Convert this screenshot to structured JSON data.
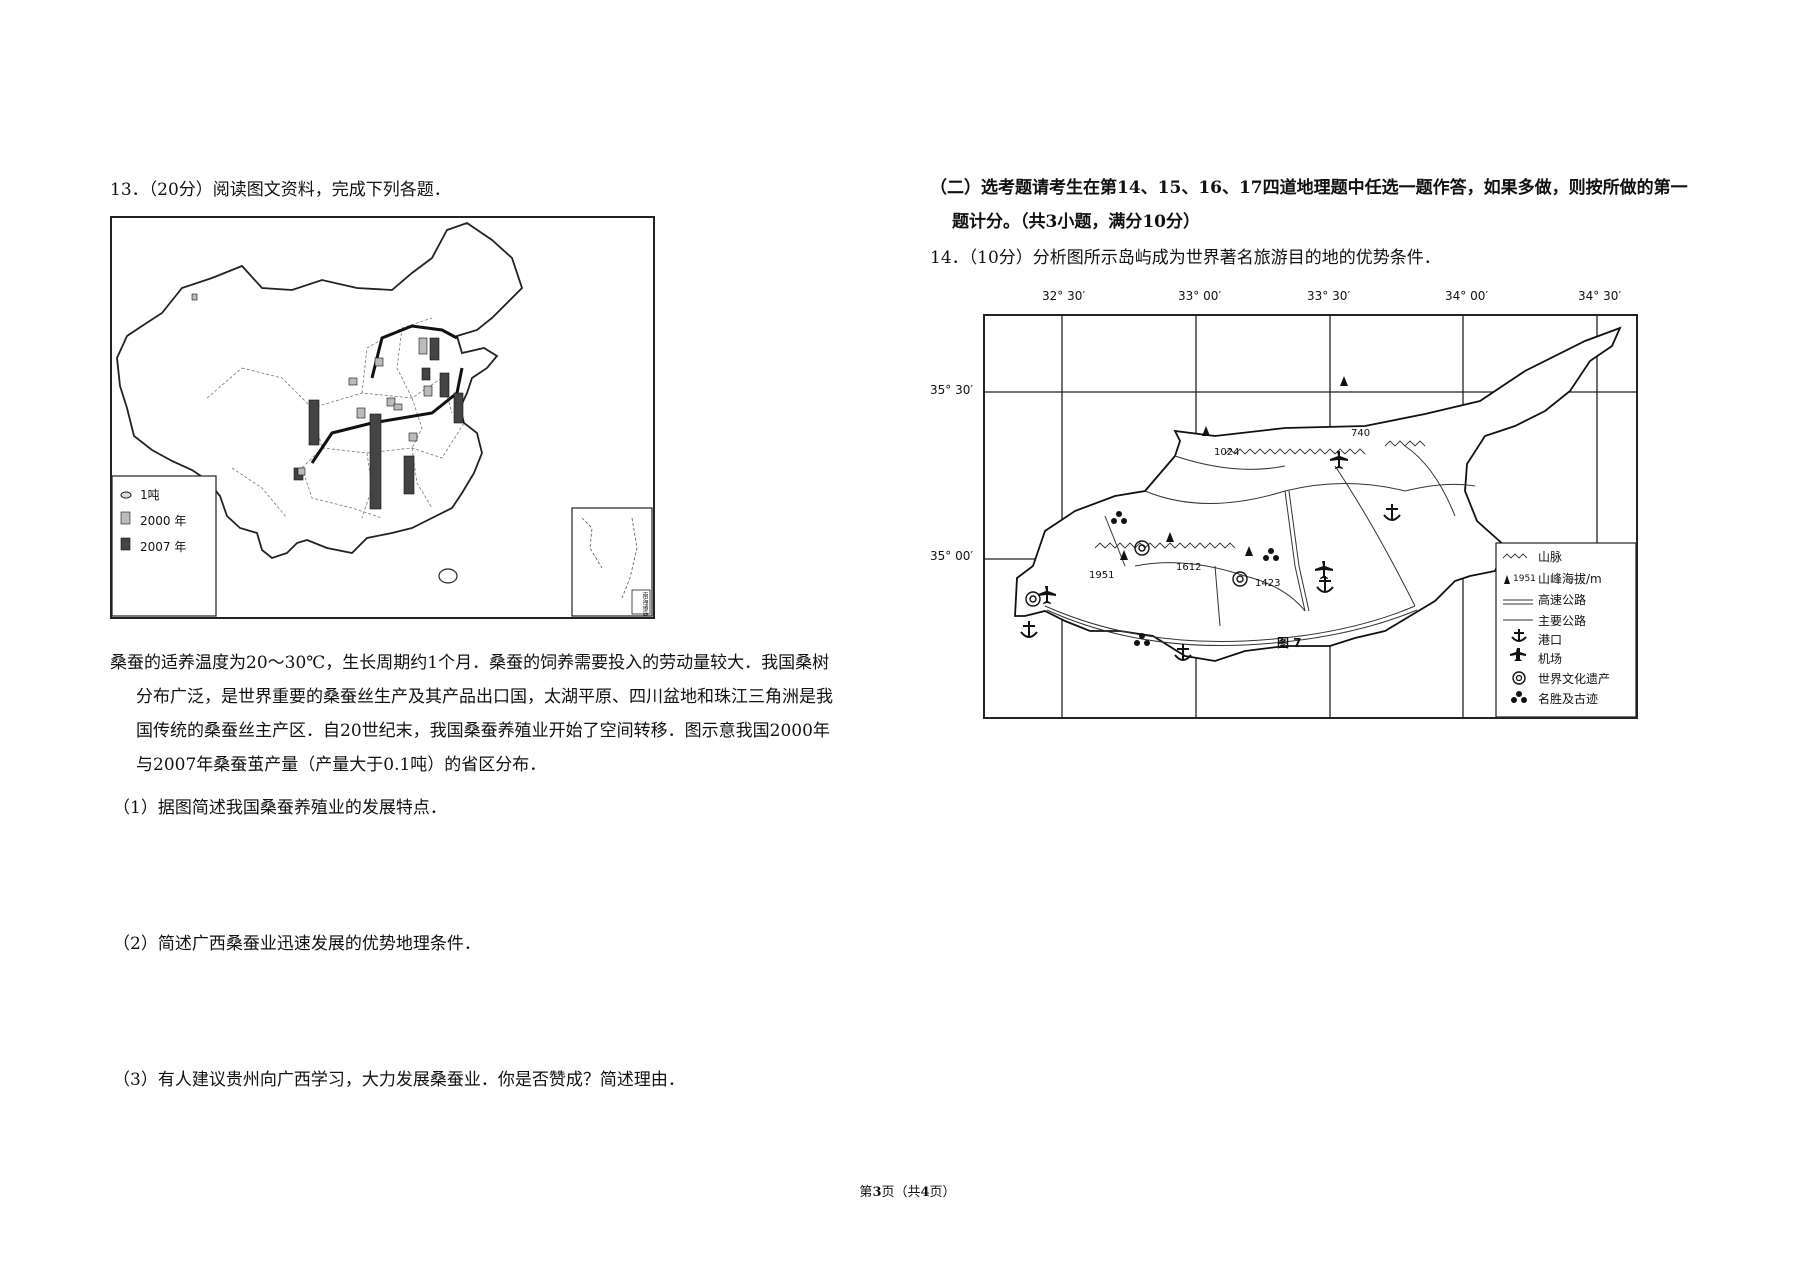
{
  "q13": {
    "title": "13．（20分）阅读图文资料，完成下列各题．",
    "map": {
      "legend": {
        "one_ton": "1吨",
        "year_2000": "2000 年",
        "year_2007": "2007 年"
      },
      "inset_label": "南海诸岛"
    },
    "passage": [
      "桑蚕的适养温度为20～30℃，生长周期约1个月．桑蚕的饲养需要投入的劳动量较大．我国桑树",
      "分布广泛，是世界重要的桑蚕丝生产及其产品出口国，太湖平原、四川盆地和珠江三角洲是我",
      "国传统的桑蚕丝主产区．自20世纪末，我国桑蚕养殖业开始了空间转移．图示意我国2000年",
      "与2007年桑蚕茧产量（产量大于0.1吨）的省区分布．"
    ],
    "sub1": "（1）据图简述我国桑蚕养殖业的发展特点．",
    "sub2": "（2）简述广西桑蚕业迅速发展的优势地理条件．",
    "sub3": "（3）有人建议贵州向广西学习，大力发展桑蚕业．你是否赞成？简述理由．"
  },
  "section2": {
    "line1": "（二）选考题请考生在第14、15、16、17四道地理题中任选一题作答，如果多做，则按所做的第一",
    "line2": "题计分。（共3小题，满分10分）"
  },
  "q14": {
    "title": "14．（10分）分析图所示岛屿成为世界著名旅游目的地的优势条件．",
    "map": {
      "lon_labels": [
        "32° 30′",
        "33° 00′",
        "33° 30′",
        "34° 00′",
        "34° 30′"
      ],
      "lat_labels": [
        "35° 30′",
        "35° 00′"
      ],
      "peaks": [
        "1024",
        "740",
        "1951",
        "1612",
        "1423"
      ],
      "fig_label": "图 7",
      "legend": [
        {
          "icon": "mountain-range-icon",
          "label": "山脉"
        },
        {
          "icon": "peak-icon",
          "label": "山峰海拔/m",
          "sample": "1951"
        },
        {
          "icon": "expressway-icon",
          "label": "高速公路"
        },
        {
          "icon": "main-road-icon",
          "label": "主要公路"
        },
        {
          "icon": "anchor-icon",
          "label": "港口"
        },
        {
          "icon": "airplane-icon",
          "label": "机场"
        },
        {
          "icon": "world-heritage-icon",
          "label": "世界文化遗产"
        },
        {
          "icon": "historic-site-icon",
          "label": "名胜及古迹"
        }
      ]
    }
  },
  "footer": {
    "page_pre": "第",
    "page_num": "3",
    "page_mid": "页（共",
    "page_total": "4",
    "page_post": "页）"
  }
}
